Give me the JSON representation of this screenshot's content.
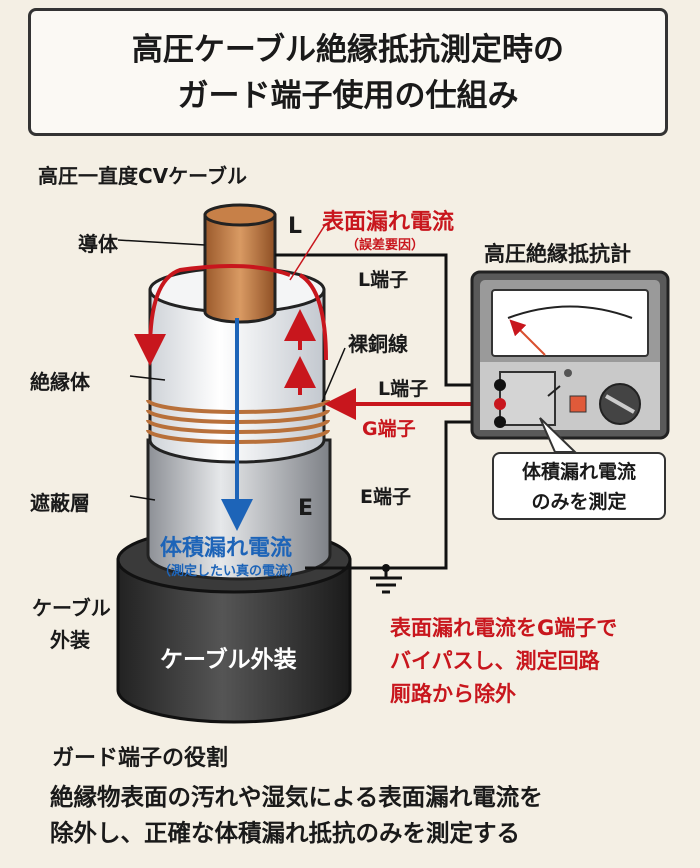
{
  "title": {
    "line1": "高圧ケーブル絶縁抵抗測定時の",
    "line2": "ガード端子使用の仕組み"
  },
  "cable_label": "高圧一直度CVケーブル",
  "labels": {
    "conductor": "導体",
    "insulator": "絶縁体",
    "shield": "遮蔽層",
    "sheath_l1": "ケーブル",
    "sheath_l2": "外装",
    "sheath_on_cable": "ケーブル外装",
    "bare_copper": "裸銅線",
    "L": "L",
    "E": "E"
  },
  "surface_current": {
    "title": "表面漏れ電流",
    "note": "（誤差要因）"
  },
  "volume_current": {
    "title": "体積漏れ電流",
    "note": "（測定したい真の電流）"
  },
  "terminals": {
    "l_top": "L端子",
    "l_mid": "L端子",
    "g": "G端子",
    "e": "E端子"
  },
  "meter": {
    "title": "高圧絶縁抵抗計",
    "callout_l1": "体積漏れ電流",
    "callout_l2": "のみを測定"
  },
  "red_note": [
    "表面漏れ電流をG端子で",
    "バイパスし、測定回路",
    "厠路から除外"
  ],
  "role": {
    "heading": "ガード端子の役割",
    "lines": [
      "絶縁物表面の汚れや湿気による表面漏れ電流を",
      "除外し、正確な体積漏れ抵抗のみを測定する"
    ]
  },
  "colors": {
    "red": "#c8161d",
    "blue": "#1d64b8",
    "copper": "#b8703a"
  }
}
